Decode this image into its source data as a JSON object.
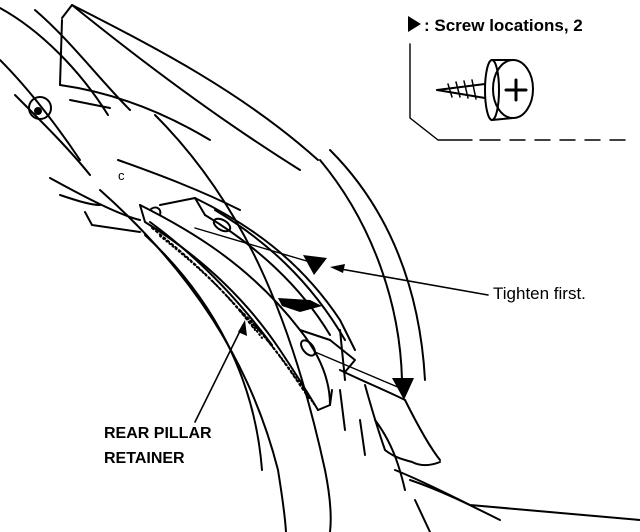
{
  "legend": {
    "marker_icon": "triangle-right-icon",
    "text": ": Screw locations, 2"
  },
  "callouts": {
    "tighten_first": "Tighten first.",
    "retainer_line1": "REAR PILLAR",
    "retainer_line2": "RETAINER"
  },
  "body_mark": "c",
  "colors": {
    "ink": "#000000",
    "paper": "#ffffff"
  }
}
